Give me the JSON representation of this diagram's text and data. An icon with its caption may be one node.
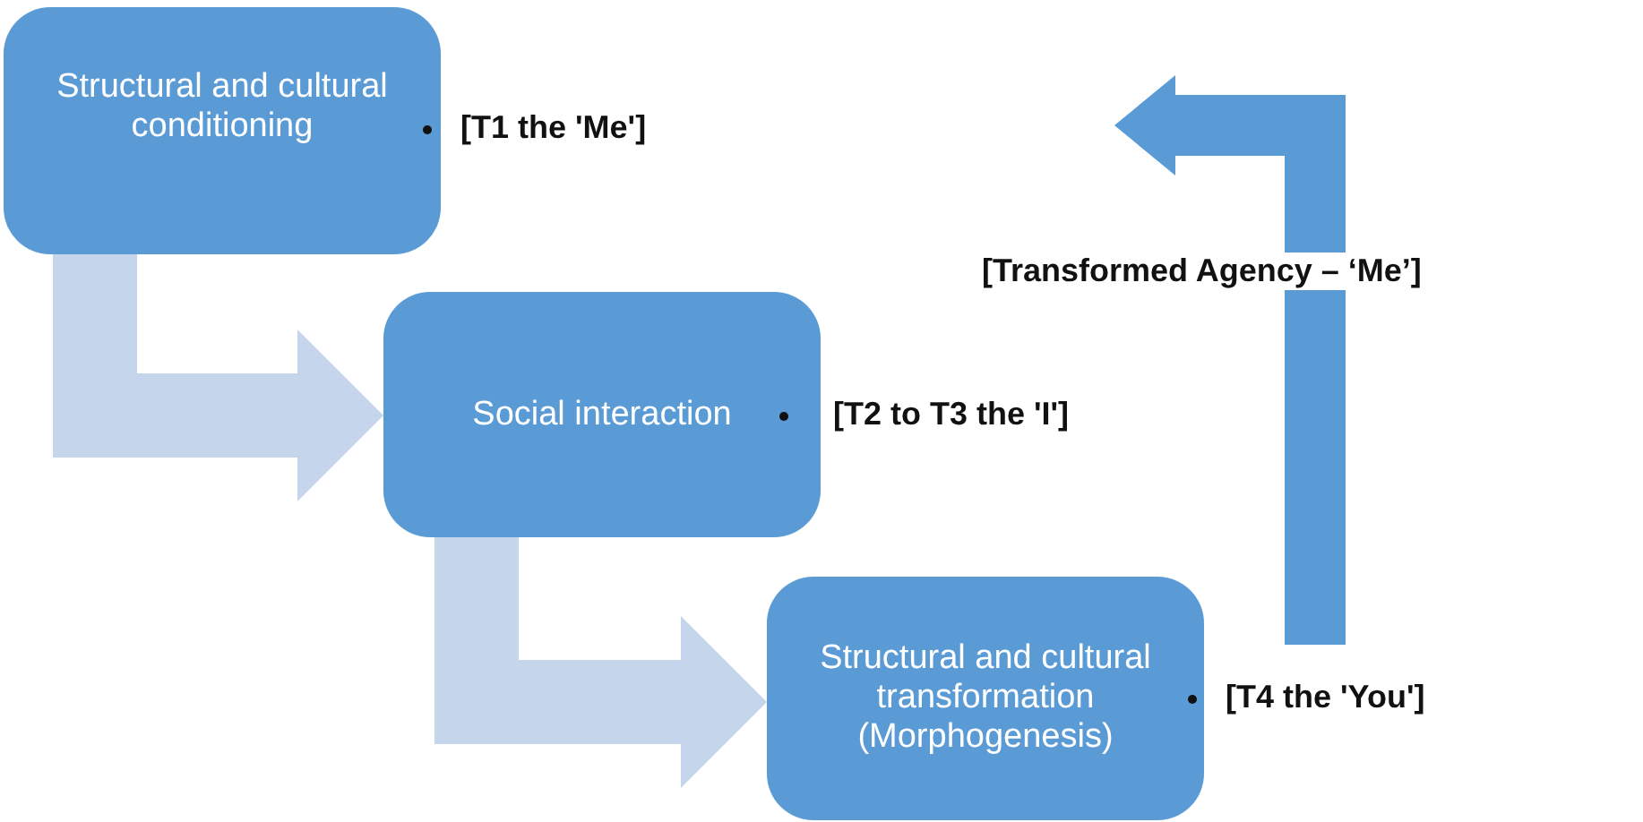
{
  "diagram": {
    "nodes": [
      {
        "text": [
          "Structural and cultural conditioning"
        ],
        "beside": [
          "[T1 the 'Me']"
        ]
      },
      {
        "text": [
          "Social interaction"
        ],
        "beside": [
          "[T2 to T3 the 'I']"
        ]
      },
      {
        "text": [
          "Structural and cultural transformation (Morphogenesis)"
        ],
        "beside": [
          "[T4 the 'You']"
        ]
      }
    ],
    "edges": [
      {
        "from": 0,
        "to": 1,
        "arrow": "to"
      },
      {
        "from": 1,
        "to": 2,
        "arrow": "to"
      },
      {
        "from": 2,
        "to": null,
        "arrow": "to",
        "label": "[Transformed Agency – ‘Me’]",
        "color": "#5b9bd5"
      }
    ]
  }
}
